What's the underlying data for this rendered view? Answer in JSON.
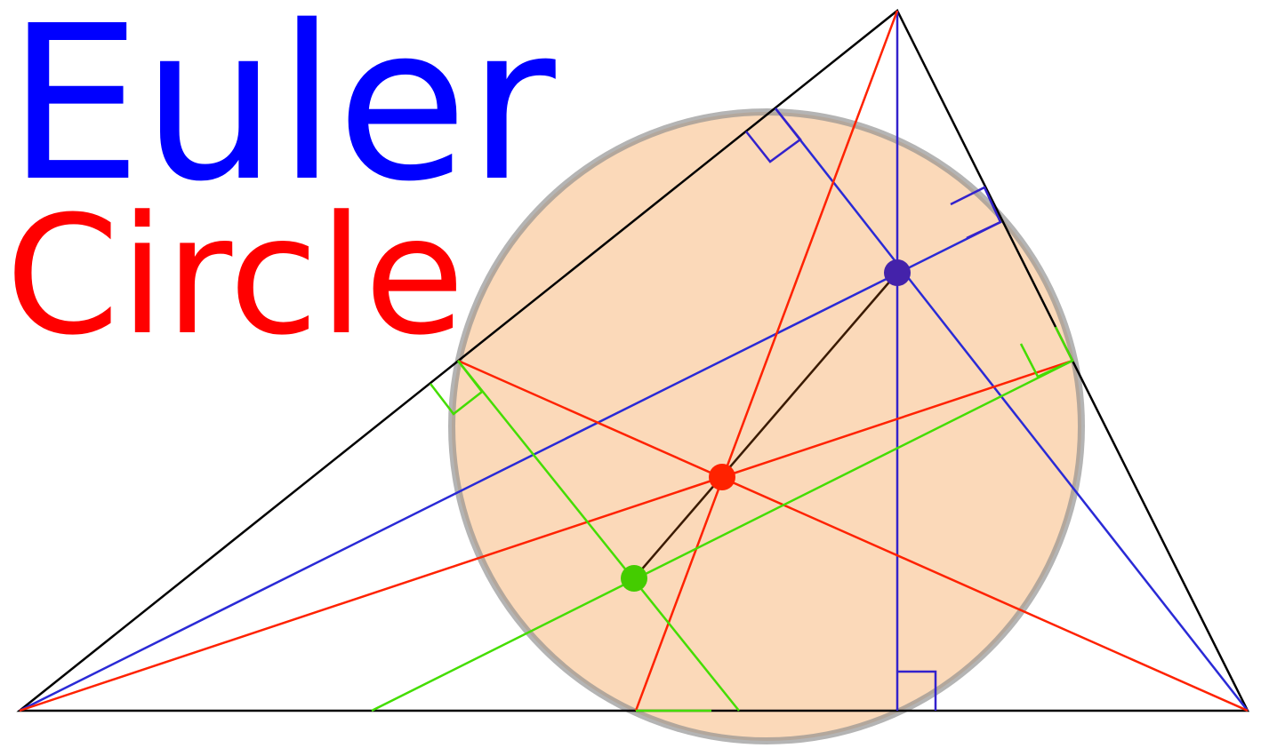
{
  "title": {
    "line1": "Euler",
    "line2": "Circle"
  },
  "colors": {
    "line1_color": "#0000ff",
    "line2_color": "#ff0000",
    "circle_fill": "#fbd5b1",
    "circle_stroke": "#8c8c8c",
    "triangle": "#000000",
    "altitude": "#0000ff",
    "median": "#ff0000",
    "perpendicular_bisector": "#33dd00",
    "euler_line": "#3a1a00",
    "orthocenter": "#4422aa",
    "centroid": "#ff2200",
    "circumcenter": "#44cc00"
  },
  "points": {
    "orthocenter": "orthocenter-point",
    "centroid": "centroid-point",
    "circumcenter": "circumcenter-point"
  }
}
